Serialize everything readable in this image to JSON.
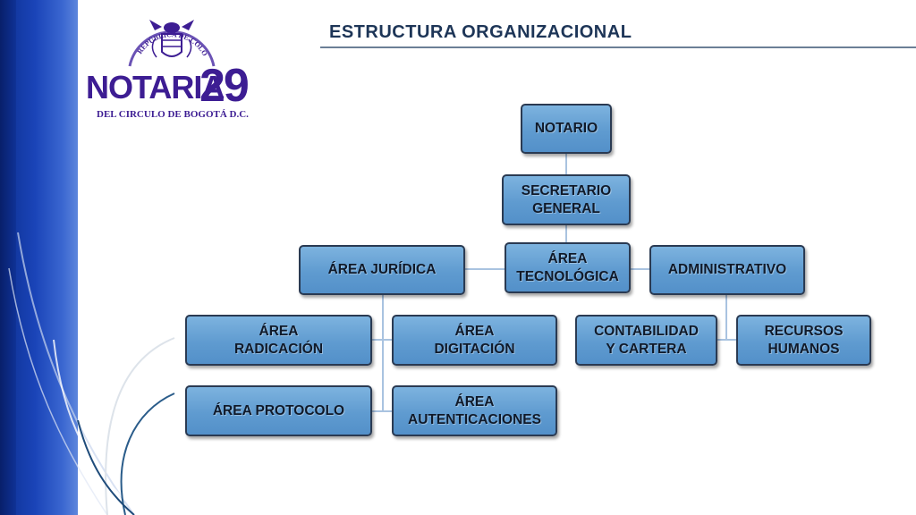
{
  "header": {
    "title": "ESTRUCTURA ORGANIZACIONAL"
  },
  "logo": {
    "seal_text": "REPÚBLICA DE COLOMBIA",
    "name": "NOTARIA",
    "number": "29",
    "subtitle": "DEL CIRCULO DE BOGOTÁ D.C."
  },
  "colors": {
    "sidebar": "#1a44b8",
    "node_fill": "#6fa8db",
    "node_border": "#2a3a52",
    "title": "#1d3557",
    "logo": "#3d1d93"
  },
  "org_chart": {
    "nodes": {
      "notario": "NOTARIO",
      "secretario": "SECRETARIO\nGENERAL",
      "tecnologica": "ÁREA\nTECNOLÓGICA",
      "juridica": "ÁREA JURÍDICA",
      "administrativo": "ADMINISTRATIVO",
      "radicacion": "ÁREA\nRADICACIÓN",
      "digitacion": "ÁREA\nDIGITACIÓN",
      "protocolo": "ÁREA PROTOCOLO",
      "autenticaciones": "ÁREA\nAUTENTICACIONES",
      "contabilidad": "CONTABILIDAD\nY  CARTERA",
      "recursos": "RECURSOS\nHUMANOS"
    }
  }
}
